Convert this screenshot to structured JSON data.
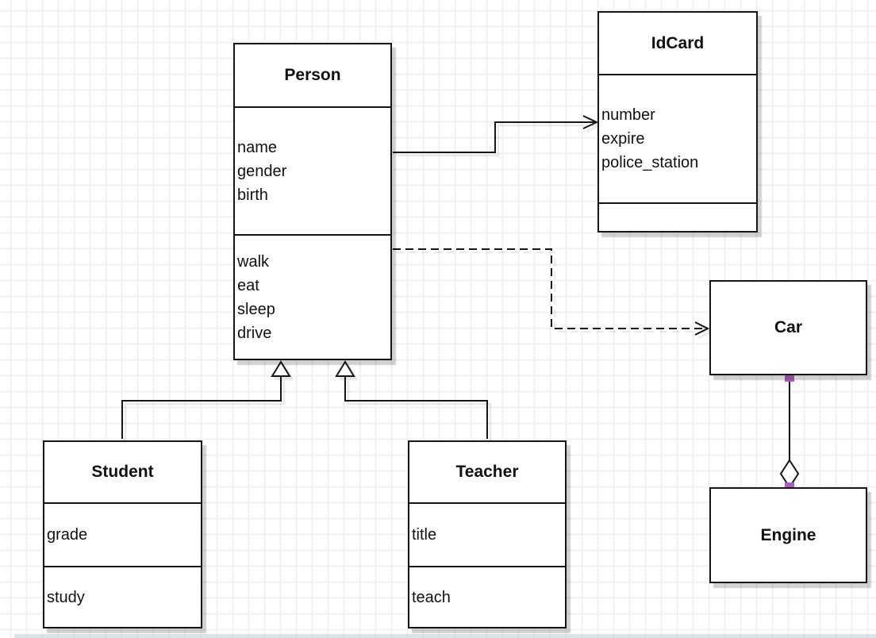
{
  "canvas": {
    "background": "#ffffff",
    "grid_color": "#f1f1f4",
    "line_color": "#161616",
    "box_fill": "#ffffff",
    "shadow_color": "rgba(0,0,0,0.18)",
    "handle_color": "#b05fc0"
  },
  "classes": {
    "person": {
      "title": "Person",
      "attributes": [
        "name",
        "gender",
        "birth"
      ],
      "methods": [
        "walk",
        "eat",
        "sleep",
        "drive"
      ]
    },
    "idcard": {
      "title": "IdCard",
      "attributes": [
        "number",
        "expire",
        "police_station"
      ],
      "methods": []
    },
    "car": {
      "title": "Car",
      "attributes": [],
      "methods": []
    },
    "engine": {
      "title": "Engine",
      "attributes": [],
      "methods": []
    },
    "student": {
      "title": "Student",
      "attributes": [
        "grade"
      ],
      "methods": [
        "study"
      ]
    },
    "teacher": {
      "title": "Teacher",
      "attributes": [
        "title"
      ],
      "methods": [
        "teach"
      ]
    }
  },
  "relations": [
    {
      "type": "association",
      "from": "Person",
      "to": "IdCard",
      "style": "solid-open-arrow"
    },
    {
      "type": "dependency",
      "from": "Person",
      "to": "Car",
      "style": "dashed-open-arrow"
    },
    {
      "type": "generalization",
      "from": "Student",
      "to": "Person",
      "style": "solid-hollow-triangle"
    },
    {
      "type": "generalization",
      "from": "Teacher",
      "to": "Person",
      "style": "solid-hollow-triangle"
    },
    {
      "type": "aggregation",
      "from": "Car",
      "to": "Engine",
      "style": "solid-hollow-diamond"
    }
  ]
}
